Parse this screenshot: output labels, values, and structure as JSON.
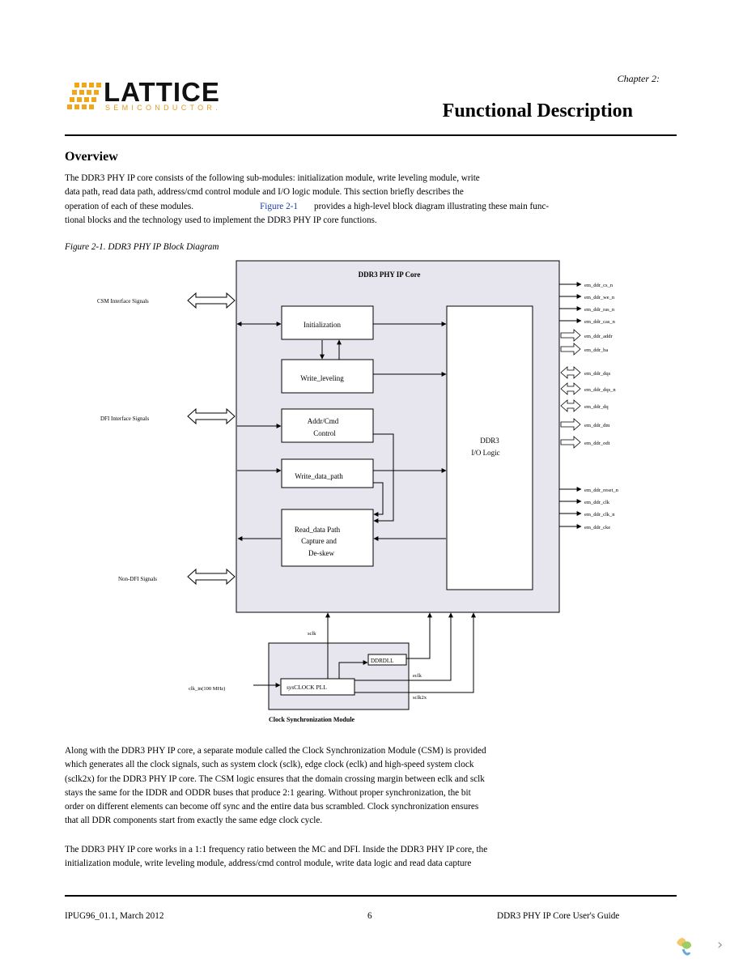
{
  "header": {
    "logo_word": "LATTICE",
    "logo_sub": "SEMICONDUCTOR.",
    "chapter": "Chapter 2:",
    "title": "Functional Description"
  },
  "section_heading": "Overview",
  "intro_lines": [
    "The DDR3 PHY IP core consists of the following sub-modules: initialization module, write leveling module, write",
    "data path, read data path, address/cmd control module and I/O logic module. This section briefly describes the"
  ],
  "intro_line3_before": "operation of each of these modules.",
  "intro_link": "Figure 2-1",
  "intro_line3_after": "provides a high-level block diagram illustrating these main func-",
  "intro_line4": "tional blocks and the technology used to implement the DDR3 PHY IP core functions.",
  "figure_caption": "Figure 2-1. DDR3 PHY IP Block Diagram",
  "diagram": {
    "core_title": "DDR3 PHY IP Core",
    "left_signals": [
      "CSM Interface Signals",
      "DFI Interface Signals",
      "Non-DFI Signals"
    ],
    "blocks": {
      "init": "Initialization",
      "wl": "Write_leveling",
      "addr1": "Addr/Cmd",
      "addr2": "Control",
      "wdp": "Write_data_path",
      "rdp1": "Read_data Path",
      "rdp2": "Capture and",
      "rdp3": "De-skew",
      "io1": "DDR3",
      "io2": "I/O Logic"
    },
    "right_signals": [
      "em_ddr_cs_n",
      "em_ddr_we_n",
      "em_ddr_ras_n",
      "em_ddr_cas_n",
      "em_ddr_addr",
      "em_ddr_ba",
      "em_ddr_dqs",
      "em_ddr_dqs_n",
      "em_ddr_dq",
      "em_ddr_dm",
      "em_ddr_odt",
      "em_ddr_reset_n",
      "em_ddr_clk",
      "em_ddr_clk_n",
      "em_ddr_cke"
    ],
    "csm": {
      "sclk": "sclk",
      "ddrdll": "DDRDLL",
      "eclk": "eclk",
      "sclk2x": "sclk2x",
      "clk_in": "clk_in(100 MHz)",
      "pll_prefix": "sys",
      "pll_rest": "CLOCK PLL",
      "label": "Clock Synchronization Module"
    }
  },
  "para2_lines": [
    "Along with the DDR3 PHY IP core, a separate module called the Clock Synchronization Module (CSM) is provided",
    "which generates all the clock signals, such as system clock (sclk), edge clock (eclk) and high-speed system clock",
    "(sclk2x) for the DDR3 PHY IP core. The CSM logic ensures that the domain crossing margin between eclk and sclk",
    "stays the same for the IDDR and ODDR buses that produce 2:1 gearing. Without proper synchronization, the bit",
    "order on different elements can become off sync and the entire data bus scrambled. Clock synchronization ensures",
    "that all DDR components start from exactly the same edge clock cycle."
  ],
  "para3_lines": [
    "The DDR3 PHY IP core works in a 1:1 frequency ratio between the MC and DFI. Inside the DDR3 PHY IP core, the",
    "initialization module, write leveling module, address/cmd control module, write data logic and read data capture"
  ],
  "footer": {
    "left": "IPUG96_01.1, March 2012",
    "center": "6",
    "right": "DDR3 PHY IP Core User's Guide"
  },
  "nav": {
    "next_glyph": "›"
  }
}
